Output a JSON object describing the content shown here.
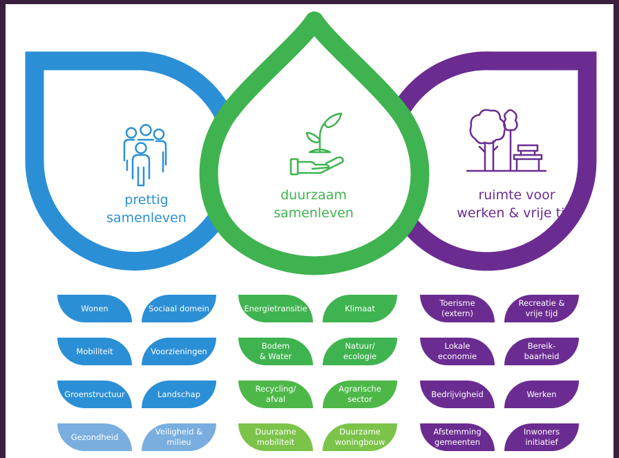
{
  "colors": {
    "blue": "#2b8fd6",
    "green": "#3fb34f",
    "purple": "#6b2c91",
    "blue_light": "#79aedf",
    "green_light": "#7cc34a"
  },
  "pillars": [
    {
      "id": "prettig",
      "lines": [
        "prettig",
        "samenleven"
      ],
      "icon": "people-group-icon",
      "color": "#2b8fd6"
    },
    {
      "id": "duurzaam",
      "lines": [
        "duurzaam",
        "samenleven"
      ],
      "icon": "plant-in-hand-icon",
      "color": "#3fb34f"
    },
    {
      "id": "ruimte",
      "lines": [
        "ruimte voor",
        "werken & vrije tijd"
      ],
      "icon": "tree-and-bench-icon",
      "color": "#6b2c91"
    }
  ],
  "themes": {
    "blue": [
      [
        "Wonen",
        "Sociaal domein"
      ],
      [
        "Mobiliteit",
        "Voorzieningen"
      ],
      [
        "Groenstructuur",
        "Landschap"
      ],
      [
        "Gezondheid",
        "Veiligheid &\nmilieu"
      ]
    ],
    "green": [
      [
        "Energietransitie",
        "Klimaat"
      ],
      [
        "Bodem\n& Water",
        "Natuur/\necologie"
      ],
      [
        "Recycling/\nafval",
        "Agrarische\nsector"
      ],
      [
        "Duurzame\nmobiliteit",
        "Duurzame\nwoningbouw"
      ]
    ],
    "purple": [
      [
        "Toerisme\n(extern)",
        "Recreatie &\nvrije tijd"
      ],
      [
        "Lokale\neconomie",
        "Bereik-\nbaarheid"
      ],
      [
        "Bedrijvigheid",
        "Werken"
      ],
      [
        "Afstemming\ngemeenten",
        "Inwoners\ninitiatief"
      ]
    ]
  },
  "pill_colors": {
    "blue": [
      "#2b8fd6",
      "#2b8fd6",
      "#2b8fd6",
      "#79aedf"
    ],
    "green": [
      "#3fb34f",
      "#3fb34f",
      "#4db848",
      "#7cc34a"
    ],
    "purple": [
      "#6b2c91",
      "#6b2c91",
      "#6b2c91",
      "#6b2c91"
    ]
  }
}
